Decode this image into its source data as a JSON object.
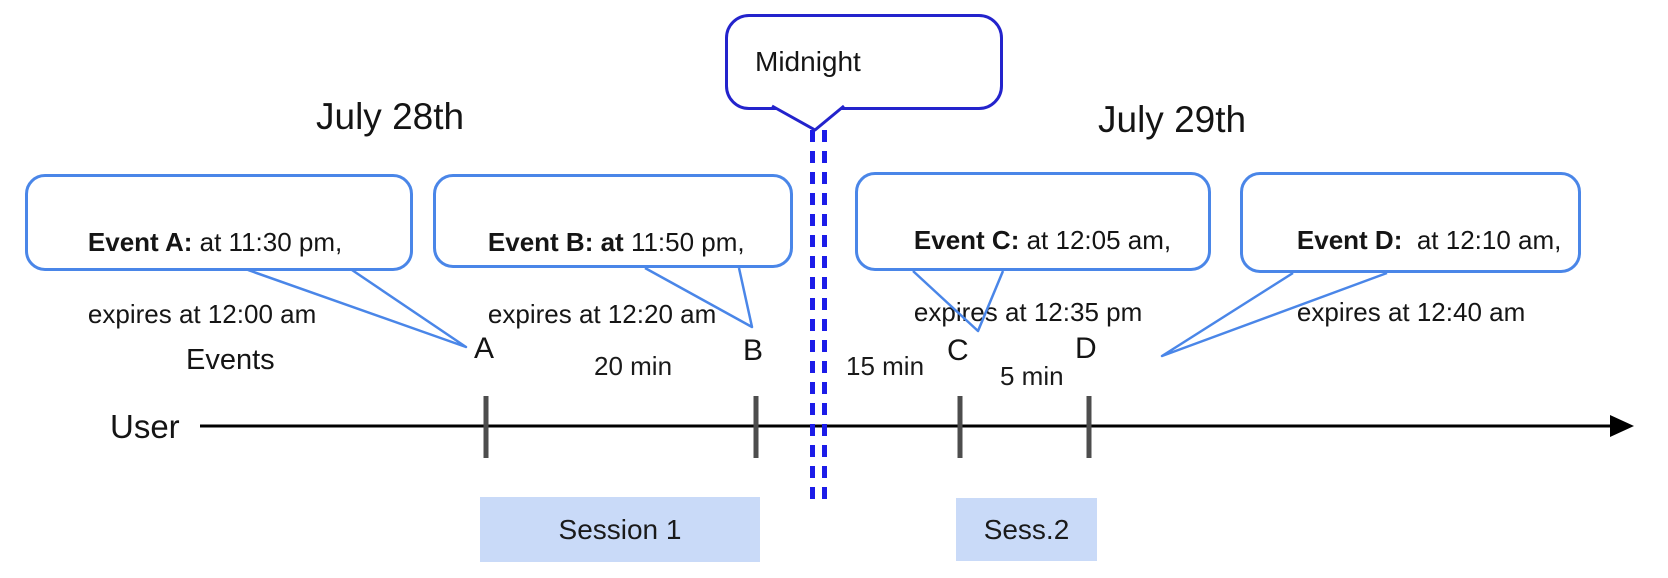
{
  "headers": {
    "left_date": "July 28th",
    "right_date": "July 29th"
  },
  "midnight": {
    "label": "Midnight"
  },
  "event_callouts": [
    {
      "bold": "Event A:",
      "line1_rest": " at 11:30 pm,",
      "line2": "expires at 12:00 am"
    },
    {
      "bold": "Event B: at",
      "line1_rest": " 11:50 pm,",
      "line2": "expires at 12:20 am"
    },
    {
      "bold": "Event C:",
      "line1_rest": " at 12:05 am,",
      "line2": "expires at 12:35 pm"
    },
    {
      "bold": "Event D:",
      "line1_rest": "  at 12:10 am,",
      "line2": "expires at 12:40 am"
    }
  ],
  "timeline": {
    "row_label": "User",
    "events_label": "Events",
    "ticks": [
      "A",
      "B",
      "C",
      "D"
    ],
    "intervals": [
      "20 min",
      "15 min",
      "5 min"
    ]
  },
  "sessions": [
    {
      "label": "Session 1"
    },
    {
      "label": "Sess.2"
    }
  ],
  "colors": {
    "callout_border": "#4a86e8",
    "midnight_border": "#2323cc",
    "dashed_line": "#1c1ce8",
    "session_fill": "#c9daf8",
    "tick": "#4d4d4d",
    "axis": "#000000"
  }
}
